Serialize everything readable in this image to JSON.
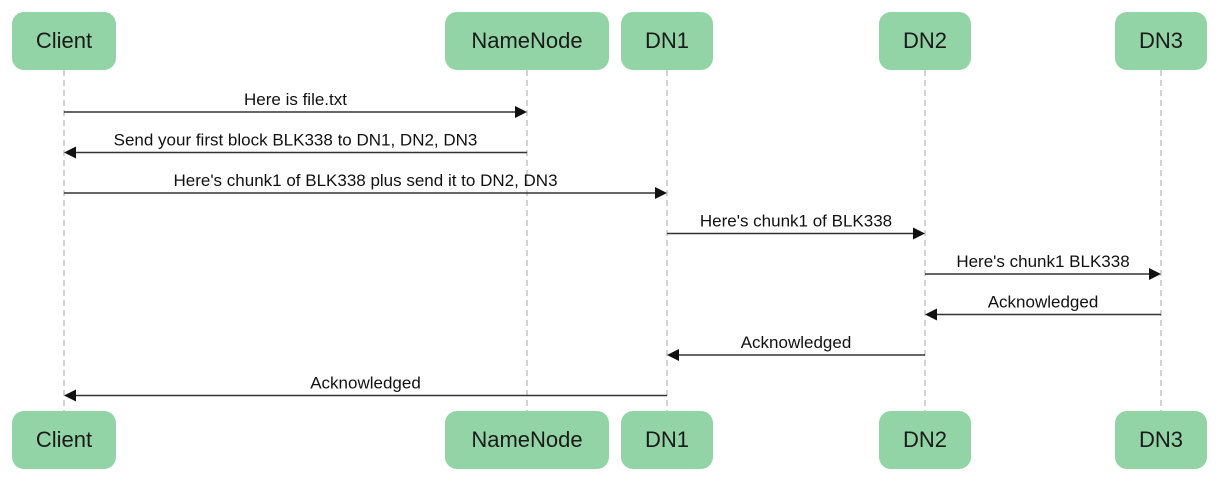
{
  "diagram": {
    "type": "sequence",
    "colors": {
      "actor_fill": "#93d4a6",
      "lifeline": "#c8c8c8",
      "arrow": "#333333"
    },
    "actors": [
      {
        "id": "client",
        "label": "Client"
      },
      {
        "id": "namenode",
        "label": "NameNode"
      },
      {
        "id": "dn1",
        "label": "DN1"
      },
      {
        "id": "dn2",
        "label": "DN2"
      },
      {
        "id": "dn3",
        "label": "DN3"
      }
    ],
    "messages": [
      {
        "from": "client",
        "to": "namenode",
        "text": "Here is file.txt"
      },
      {
        "from": "namenode",
        "to": "client",
        "text": "Send your first block BLK338 to DN1, DN2, DN3"
      },
      {
        "from": "client",
        "to": "dn1",
        "text": "Here's chunk1 of BLK338 plus send it to DN2, DN3"
      },
      {
        "from": "dn1",
        "to": "dn2",
        "text": "Here's chunk1 of BLK338"
      },
      {
        "from": "dn2",
        "to": "dn3",
        "text": "Here's chunk1 BLK338"
      },
      {
        "from": "dn3",
        "to": "dn2",
        "text": "Acknowledged"
      },
      {
        "from": "dn2",
        "to": "dn1",
        "text": "Acknowledged"
      },
      {
        "from": "dn1",
        "to": "client",
        "text": "Acknowledged"
      }
    ]
  }
}
